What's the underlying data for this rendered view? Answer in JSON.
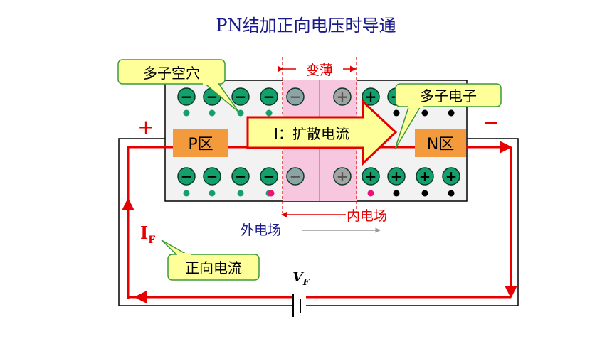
{
  "title": "PN结加正向电压时导通",
  "labels": {
    "majority_holes": "多子空穴",
    "majority_electrons": "多子电子",
    "thinner": "变薄",
    "p_region": "P区",
    "n_region": "N区",
    "diffusion_current": "I：扩散电流",
    "internal_field": "内电场",
    "external_field": "外电场",
    "forward_current_main": "I",
    "forward_current_sub": "F",
    "forward_current_callout": "正向电流",
    "plus": "+",
    "minus": "−",
    "voltage_main": "V",
    "voltage_sub": "F"
  },
  "ion_symbols": {
    "negative": "−",
    "positive": "+"
  },
  "colors": {
    "title": "#1a1a8c",
    "neg_ion": "#14a06a",
    "pos_ion": "#14a06a",
    "depleted_neg": "#8ea3a3",
    "depleted_pos": "#a3a3a3",
    "region_label_bg": "#f39a3c",
    "callout_bg": "#ffff99",
    "callout_border": "#3c9a3c",
    "current_red": "#e60000",
    "arrow_yellow": "#ffff99",
    "depletion_pink": "#f7c6df",
    "electron": "#000000",
    "electron_highlight": "#ee1177",
    "external_field_text": "#1a1a8c",
    "crystal_bg": "#f2f2f2"
  }
}
